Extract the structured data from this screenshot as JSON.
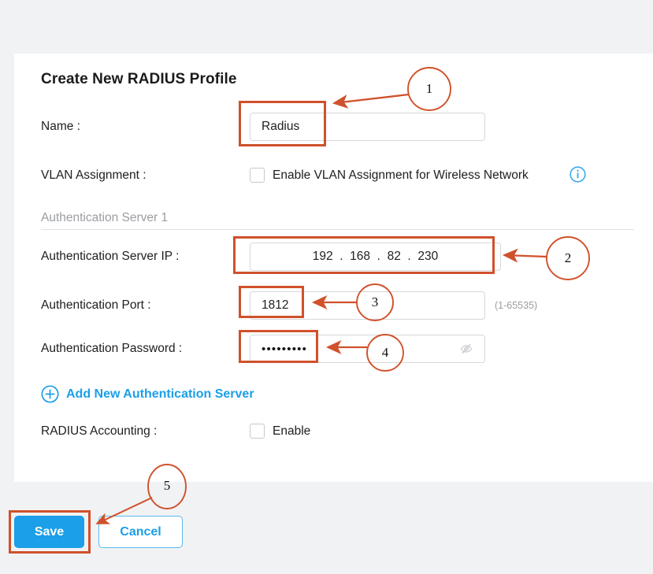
{
  "card": {
    "title": "Create New RADIUS Profile",
    "section_header": "Authentication Server 1"
  },
  "fields": {
    "name": {
      "label": "Name :",
      "value": "Radius"
    },
    "vlan": {
      "label": "VLAN Assignment :",
      "checkbox_label": "Enable VLAN Assignment for Wireless Network",
      "checked": false,
      "info_icon": "info-icon"
    },
    "server_ip": {
      "label": "Authentication Server IP :",
      "octets": [
        "192",
        "168",
        "82",
        "230"
      ],
      "value": "192  .  168  .  82  .  230"
    },
    "auth_port": {
      "label": "Authentication Port :",
      "value": "1812",
      "hint": "(1-65535)"
    },
    "auth_password": {
      "label": "Authentication Password :",
      "value": "•••••••••",
      "reveal_icon": "eye-slash-icon"
    },
    "accounting": {
      "label": "RADIUS Accounting :",
      "checkbox_label": "Enable",
      "checked": false
    }
  },
  "links": {
    "add_server": "Add New Authentication Server",
    "add_server_icon": "plus-circle-icon"
  },
  "buttons": {
    "save": "Save",
    "cancel": "Cancel"
  },
  "annotations": {
    "callouts": [
      {
        "num": "1"
      },
      {
        "num": "2"
      },
      {
        "num": "3"
      },
      {
        "num": "4"
      },
      {
        "num": "5"
      }
    ],
    "color": "#d0512b"
  },
  "colors": {
    "accent_blue": "#1a9fe8",
    "annotation_orange": "#d0512b",
    "page_background": "#f1f2f4",
    "card_background": "#ffffff",
    "muted_text": "#9a9da1"
  }
}
